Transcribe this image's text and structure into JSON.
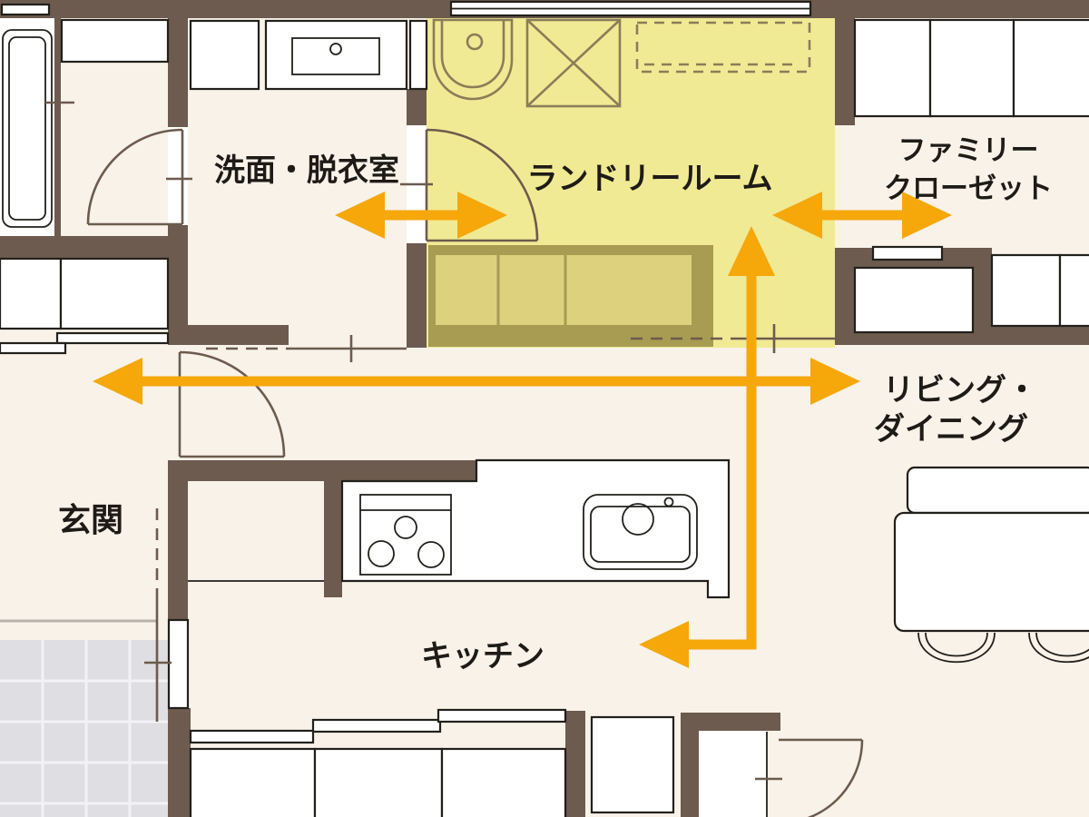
{
  "floorplan": {
    "rooms": {
      "washroom": {
        "label": "洗面・脱衣室"
      },
      "laundry": {
        "label": "ランドリールーム",
        "highlighted": true
      },
      "family_closet": {
        "line1": "ファミリー",
        "line2": "クローゼット"
      },
      "living_dining": {
        "line1": "リビング・",
        "line2": "ダイニング"
      },
      "entrance": {
        "label": "玄関"
      },
      "kitchen": {
        "label": "キッチン"
      }
    },
    "flow_arrows": [
      {
        "id": "washroom-laundry",
        "style": "double-headed",
        "orientation": "horizontal"
      },
      {
        "id": "laundry-family-closet",
        "style": "double-headed",
        "orientation": "horizontal"
      },
      {
        "id": "entrance-living-dining",
        "style": "double-headed",
        "orientation": "horizontal"
      },
      {
        "id": "kitchen-laundry",
        "style": "double-headed",
        "orientation": "bent-vertical"
      }
    ],
    "fixtures": [
      "bathtub",
      "washbasin-cabinet",
      "laundry-sink",
      "washing-machine",
      "clothes-drying-space",
      "folding-counter",
      "gas-stove",
      "kitchen-sink",
      "dining-bench",
      "dining-table",
      "dining-chair",
      "closet",
      "sliding-door-rail",
      "hinged-door",
      "entrance-tiles",
      "window"
    ],
    "colors": {
      "wall": "#6c5b4e",
      "floor": "#f8f2e9",
      "highlight": "#f1ea94",
      "arrow": "#f6a70a",
      "counter_frame": "#a89b52",
      "counter_fill": "#ddd17d",
      "fixture_line": "#8b7d59",
      "line_black": "#22201b",
      "tile": "#dfdee2",
      "tile_grout": "#f3f2f4",
      "step_line": "#b9b3ac",
      "text": "#1e1b17"
    }
  }
}
